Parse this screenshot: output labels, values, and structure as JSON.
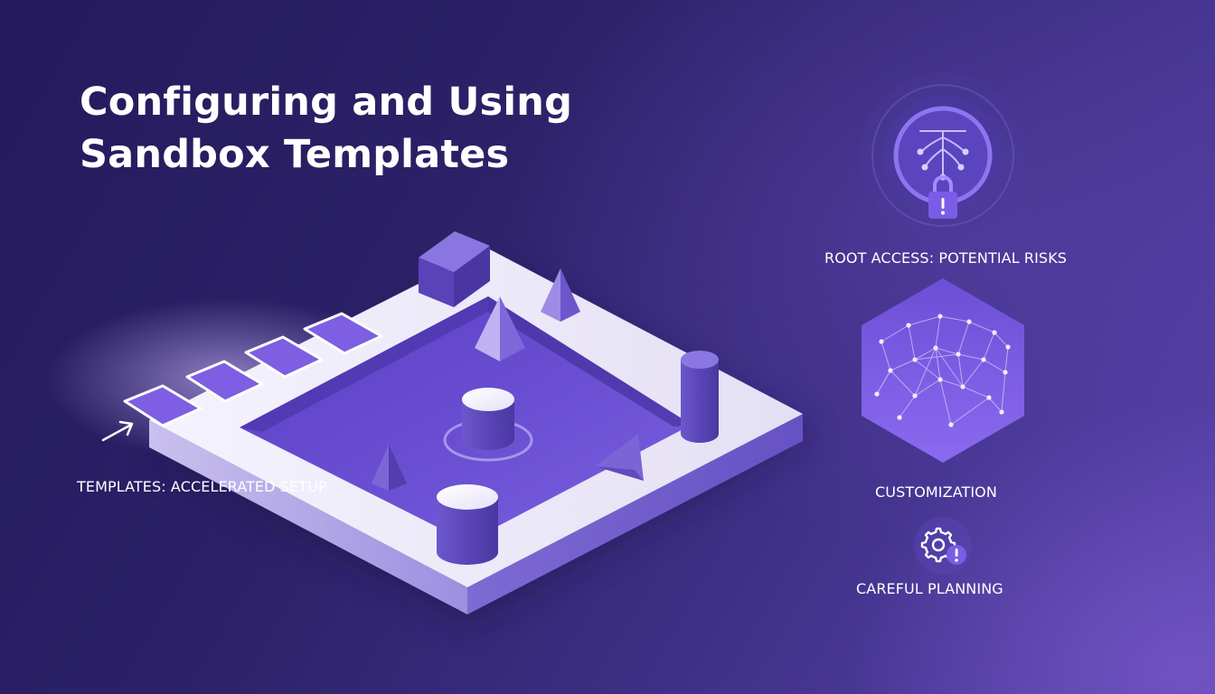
{
  "title": {
    "line1": "Configuring and Using",
    "line2": "Sandbox Templates"
  },
  "labels": {
    "templates": "TEMPLATES: ACCELERATED SETUP",
    "root_access": "ROOT ACCESS: POTENTIAL RISKS",
    "customization": "CUSTOMIZATION",
    "careful_planning": "CAREFUL PLANNING"
  },
  "icons": {
    "root_access": "network-tree-lock-icon",
    "customization": "network-hexagon-icon",
    "careful_planning": "gear-warning-icon",
    "templates": "arrow-icon"
  },
  "colors": {
    "accent": "#7b5ce0",
    "platform_top": "#eceaf7",
    "platform_side": "#8b7cd6",
    "text": "#ffffff"
  }
}
